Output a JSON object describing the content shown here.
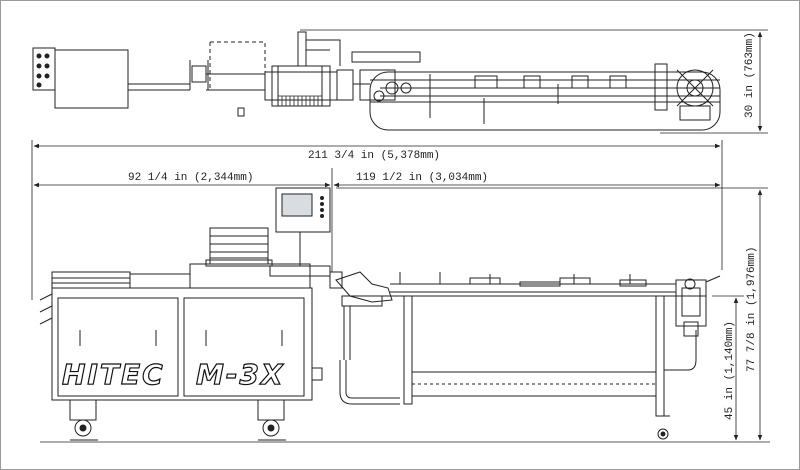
{
  "dimensions": {
    "top_height": "30 in (763mm)",
    "total_length": "211 3/4 in (5,378mm)",
    "left_length": "92 1/4 in (2,344mm)",
    "right_length": "119 1/2 in (3,034mm)",
    "overall_height": "77 7/8 in (1,976mm)",
    "table_height": "45 in (1,140mm)"
  },
  "machine": {
    "brand_left": "HITEC",
    "brand_right": "M-3X"
  },
  "colors": {
    "line": "#222222",
    "frame": "#9a9a9a",
    "panel": "#e9e9e9",
    "screen": "#d8dde2"
  }
}
